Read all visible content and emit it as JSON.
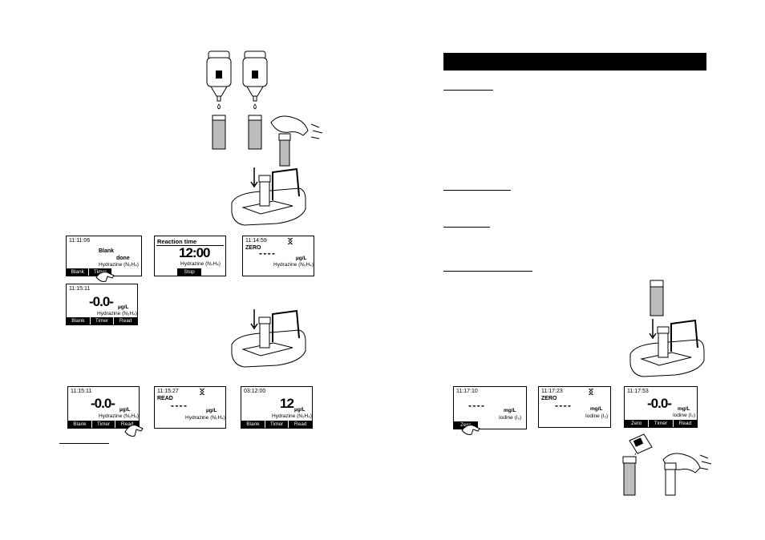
{
  "screens": {
    "s1": {
      "time": "11:11:06",
      "label1": "Blank",
      "label2": "done",
      "param": "Hydrazine (N₂H₄)",
      "keys": [
        "Blank",
        "Timer"
      ]
    },
    "s2": {
      "title": "Reaction time",
      "big": "12:00",
      "param": "Hydrazine (N₂H₄)",
      "keys": [
        "Stop"
      ]
    },
    "s3": {
      "time": "11:14:59",
      "label": "ZERO",
      "big": "- - - -",
      "unit": "µg/L",
      "param": "Hydrazine (N₂H₄)"
    },
    "s4": {
      "time": "11:15:11",
      "big": "-0.0-",
      "unit": "µg/L",
      "param": "Hydrazine (N₂H₄)",
      "keys": [
        "Blank",
        "Timer",
        "Read"
      ]
    },
    "s5": {
      "time": "11:15:11",
      "big": "-0.0-",
      "unit": "µg/L",
      "param": "Hydrazine (N₂H₄)",
      "keys": [
        "Blank",
        "Timer",
        "Read"
      ]
    },
    "s6": {
      "time": "11:15:27",
      "label": "READ",
      "big": "- - - -",
      "unit": "µg/L",
      "param": "Hydrazine (N₂H₄)"
    },
    "s7": {
      "time": "03:12:00",
      "big": "12",
      "unit": "µg/L",
      "param": "Hydrazine (N₂H₄)",
      "keys": [
        "Blank",
        "Timer",
        "Read"
      ]
    },
    "s8": {
      "time": "11:17:10",
      "big": "- - - -",
      "unit": "mg/L",
      "param": "Iodine (I₂)",
      "keys": [
        "Zero"
      ]
    },
    "s9": {
      "time": "11:17:23",
      "label": "ZERO",
      "big": "- - - -",
      "unit": "mg/L",
      "param": "Iodine (I₂)"
    },
    "s10": {
      "time": "11:17:53",
      "big": "-0.0-",
      "unit": "mg/L",
      "param": "Iodine (I₂)",
      "keys": [
        "Zero",
        "Timer",
        "Read"
      ]
    }
  },
  "icons": {
    "hourglass": "hourglass-icon"
  },
  "colors": {
    "ink": "#000000",
    "vial": "#bdbdbd",
    "paper": "#ffffff"
  }
}
